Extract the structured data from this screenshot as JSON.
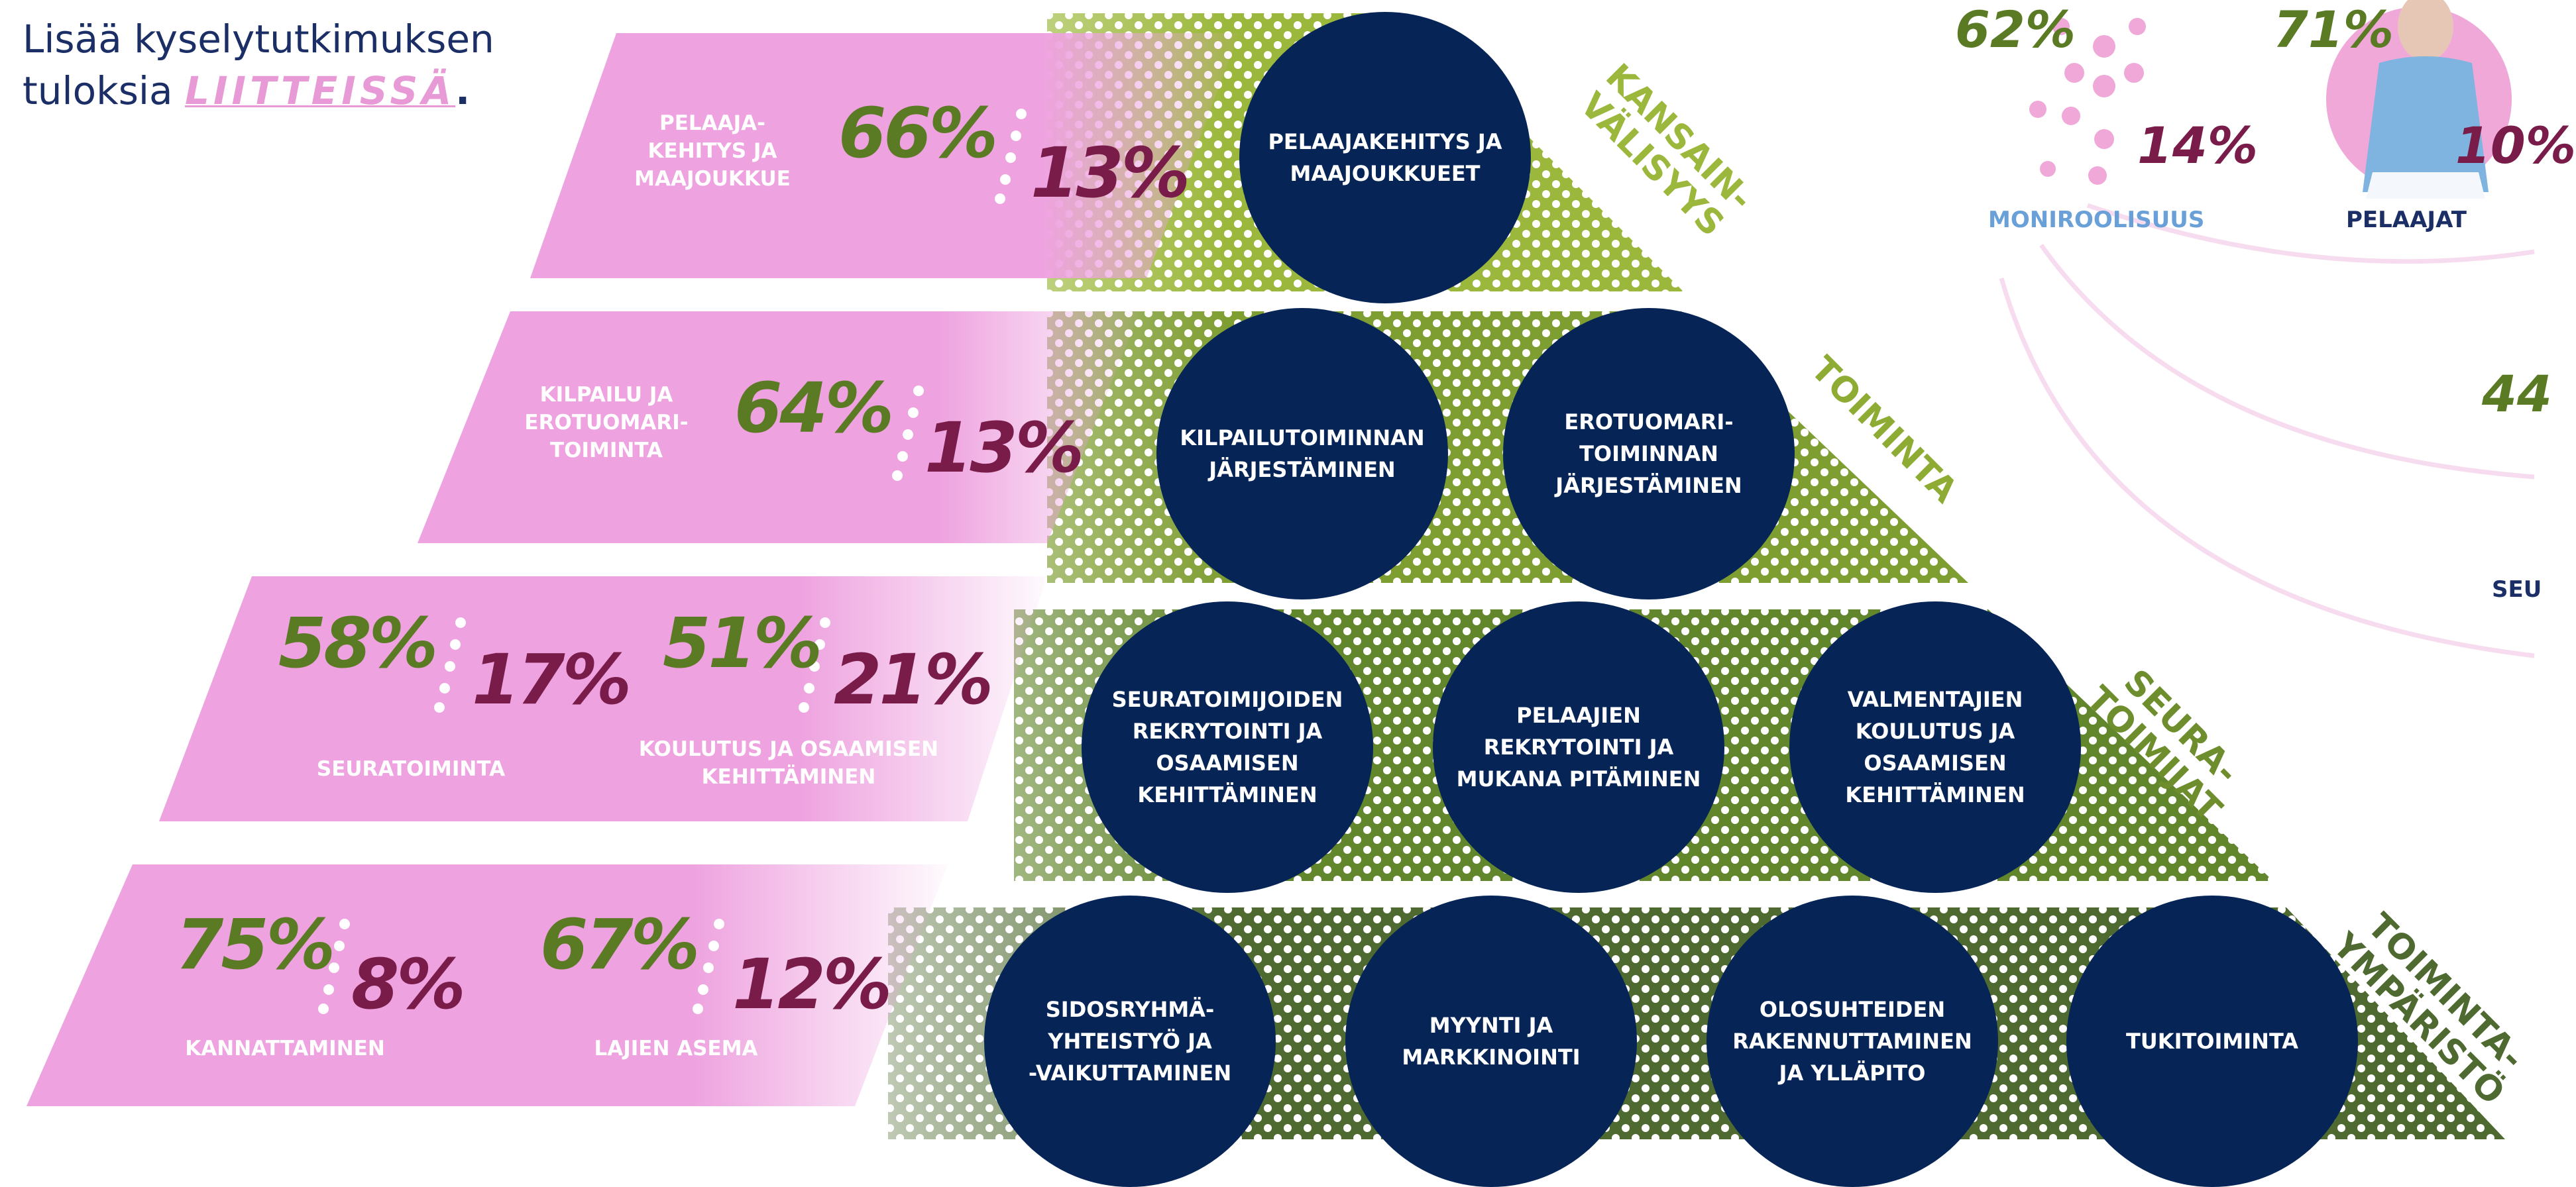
{
  "intro": {
    "line1": "Lisää kyselytutkimuksen",
    "line2_prefix": "tuloksia ",
    "link": "LIITTEISSÄ",
    "suffix": "."
  },
  "colors": {
    "pink_band": "#eea2df",
    "navy": "#062556",
    "green_tier1": "#9cb83c",
    "green_tier4": "#4e6a30",
    "pct_green": "#5a7a24",
    "pct_plum": "#7a1c4a"
  },
  "tiers": [
    {
      "label_line1": "KANSAIN-",
      "label_line2": "VÄLISYYS"
    },
    {
      "label_line1": "TOIMINTA",
      "label_line2": ""
    },
    {
      "label_line1": "SEURA-",
      "label_line2": "TOIMIJAT"
    },
    {
      "label_line1": "TOIMINTA-",
      "label_line2": "YMPÄRISTÖ"
    }
  ],
  "circles": [
    {
      "l1": "PELAAJAKEHITYS JA",
      "l2": "MAAJOUKKUEET",
      "l3": "",
      "l4": ""
    },
    {
      "l1": "KILPAILUTOIMINNAN",
      "l2": "JÄRJESTÄMINEN",
      "l3": "",
      "l4": ""
    },
    {
      "l1": "EROTUOMARI-",
      "l2": "TOIMINNAN",
      "l3": "JÄRJESTÄMINEN",
      "l4": ""
    },
    {
      "l1": "SEURATOIMIJOIDEN",
      "l2": "REKRYTOINTI JA",
      "l3": "OSAAMISEN",
      "l4": "KEHITTÄMINEN"
    },
    {
      "l1": "PELAAJIEN",
      "l2": "REKRYTOINTI JA",
      "l3": "MUKANA PITÄMINEN",
      "l4": ""
    },
    {
      "l1": "VALMENTAJIEN",
      "l2": "KOULUTUS JA",
      "l3": "OSAAMISEN",
      "l4": "KEHITTÄMINEN"
    },
    {
      "l1": "SIDOSRYHMÄ-",
      "l2": "YHTEISTYÖ JA",
      "l3": "-VAIKUTTAMINEN",
      "l4": ""
    },
    {
      "l1": "MYYNTI JA",
      "l2": "MARKKINOINTI",
      "l3": "",
      "l4": ""
    },
    {
      "l1": "OLOSUHTEIDEN",
      "l2": "RAKENNUTTAMINEN",
      "l3": "JA YLLÄPITO",
      "l4": ""
    },
    {
      "l1": "TUKITOIMINTA",
      "l2": "",
      "l3": "",
      "l4": ""
    }
  ],
  "results": [
    {
      "label_l1": "PELAAJA-",
      "label_l2": "KEHITYS JA",
      "label_l3": "MAAJOUKKUE",
      "green": "66%",
      "plum": "13%"
    },
    {
      "label_l1": "KILPAILU JA",
      "label_l2": "EROTUOMARI-",
      "label_l3": "TOIMINTA",
      "green": "64%",
      "plum": "13%"
    },
    {
      "label_l1": "SEURATOIMINTA",
      "label_l2": "",
      "label_l3": "",
      "green": "58%",
      "plum": "17%"
    },
    {
      "label_l1": "KOULUTUS JA OSAAMISEN",
      "label_l2": "KEHITTÄMINEN",
      "label_l3": "",
      "green": "51%",
      "plum": "21%"
    },
    {
      "label_l1": "KANNATTAMINEN",
      "label_l2": "",
      "label_l3": "",
      "green": "75%",
      "plum": "8%"
    },
    {
      "label_l1": "LAJIEN ASEMA",
      "label_l2": "",
      "label_l3": "",
      "green": "67%",
      "plum": "12%"
    }
  ],
  "side": {
    "moniroolisuus": {
      "green": "62%",
      "plum": "14%",
      "caption": "MONIROOLISUUS"
    },
    "pelaajat": {
      "green": "71%",
      "plum": "10%",
      "caption": "PELAAJAT"
    },
    "partial_pct": "44",
    "partial_caption": "SEU"
  }
}
